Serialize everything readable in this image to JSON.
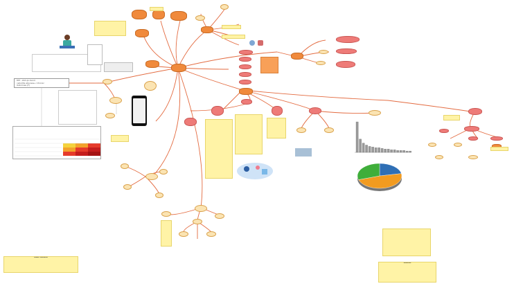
{
  "root": {
    "label": ""
  },
  "nodes": [
    {
      "id": "n_top_a",
      "label": ""
    },
    {
      "id": "n_top_b",
      "label": ""
    },
    {
      "id": "n_top_c",
      "label": ""
    },
    {
      "id": "n_top_d",
      "label": ""
    },
    {
      "id": "n_hub_top",
      "label": ""
    },
    {
      "id": "n_right_a",
      "label": ""
    },
    {
      "id": "n_right_b",
      "label": ""
    },
    {
      "id": "n_center",
      "label": ""
    },
    {
      "id": "n_mid_hub",
      "label": ""
    },
    {
      "id": "n_right_hub",
      "label": ""
    },
    {
      "id": "n_left_hub",
      "label": ""
    },
    {
      "id": "n_bottom_hub",
      "label": ""
    },
    {
      "id": "n_lower_hub",
      "label": ""
    }
  ],
  "search_box": {
    "lines": [
      "DM - sbd-qu.bend",
      "cellulitis abscess+ Chronic",
      "Ostomies (F)"
    ]
  },
  "bottom_note_title": "Resumo / Referências",
  "right_note_title": "Referências",
  "pie": {
    "colors": [
      "#2f6fb5",
      "#f29b20",
      "#3fae3a"
    ],
    "values": [
      0.22,
      0.48,
      0.3
    ]
  },
  "bar_chart": {
    "type": "bar",
    "values": [
      46,
      20,
      14,
      11,
      9,
      8,
      7,
      7,
      6,
      5,
      5,
      4,
      4,
      3,
      3,
      3,
      2,
      2
    ]
  },
  "colors": {
    "link": "#e0653a",
    "note": "#fff3a6",
    "bubble": "#fbe4b3",
    "orange": "#f08a3c",
    "salmon": "#ee7b78"
  }
}
